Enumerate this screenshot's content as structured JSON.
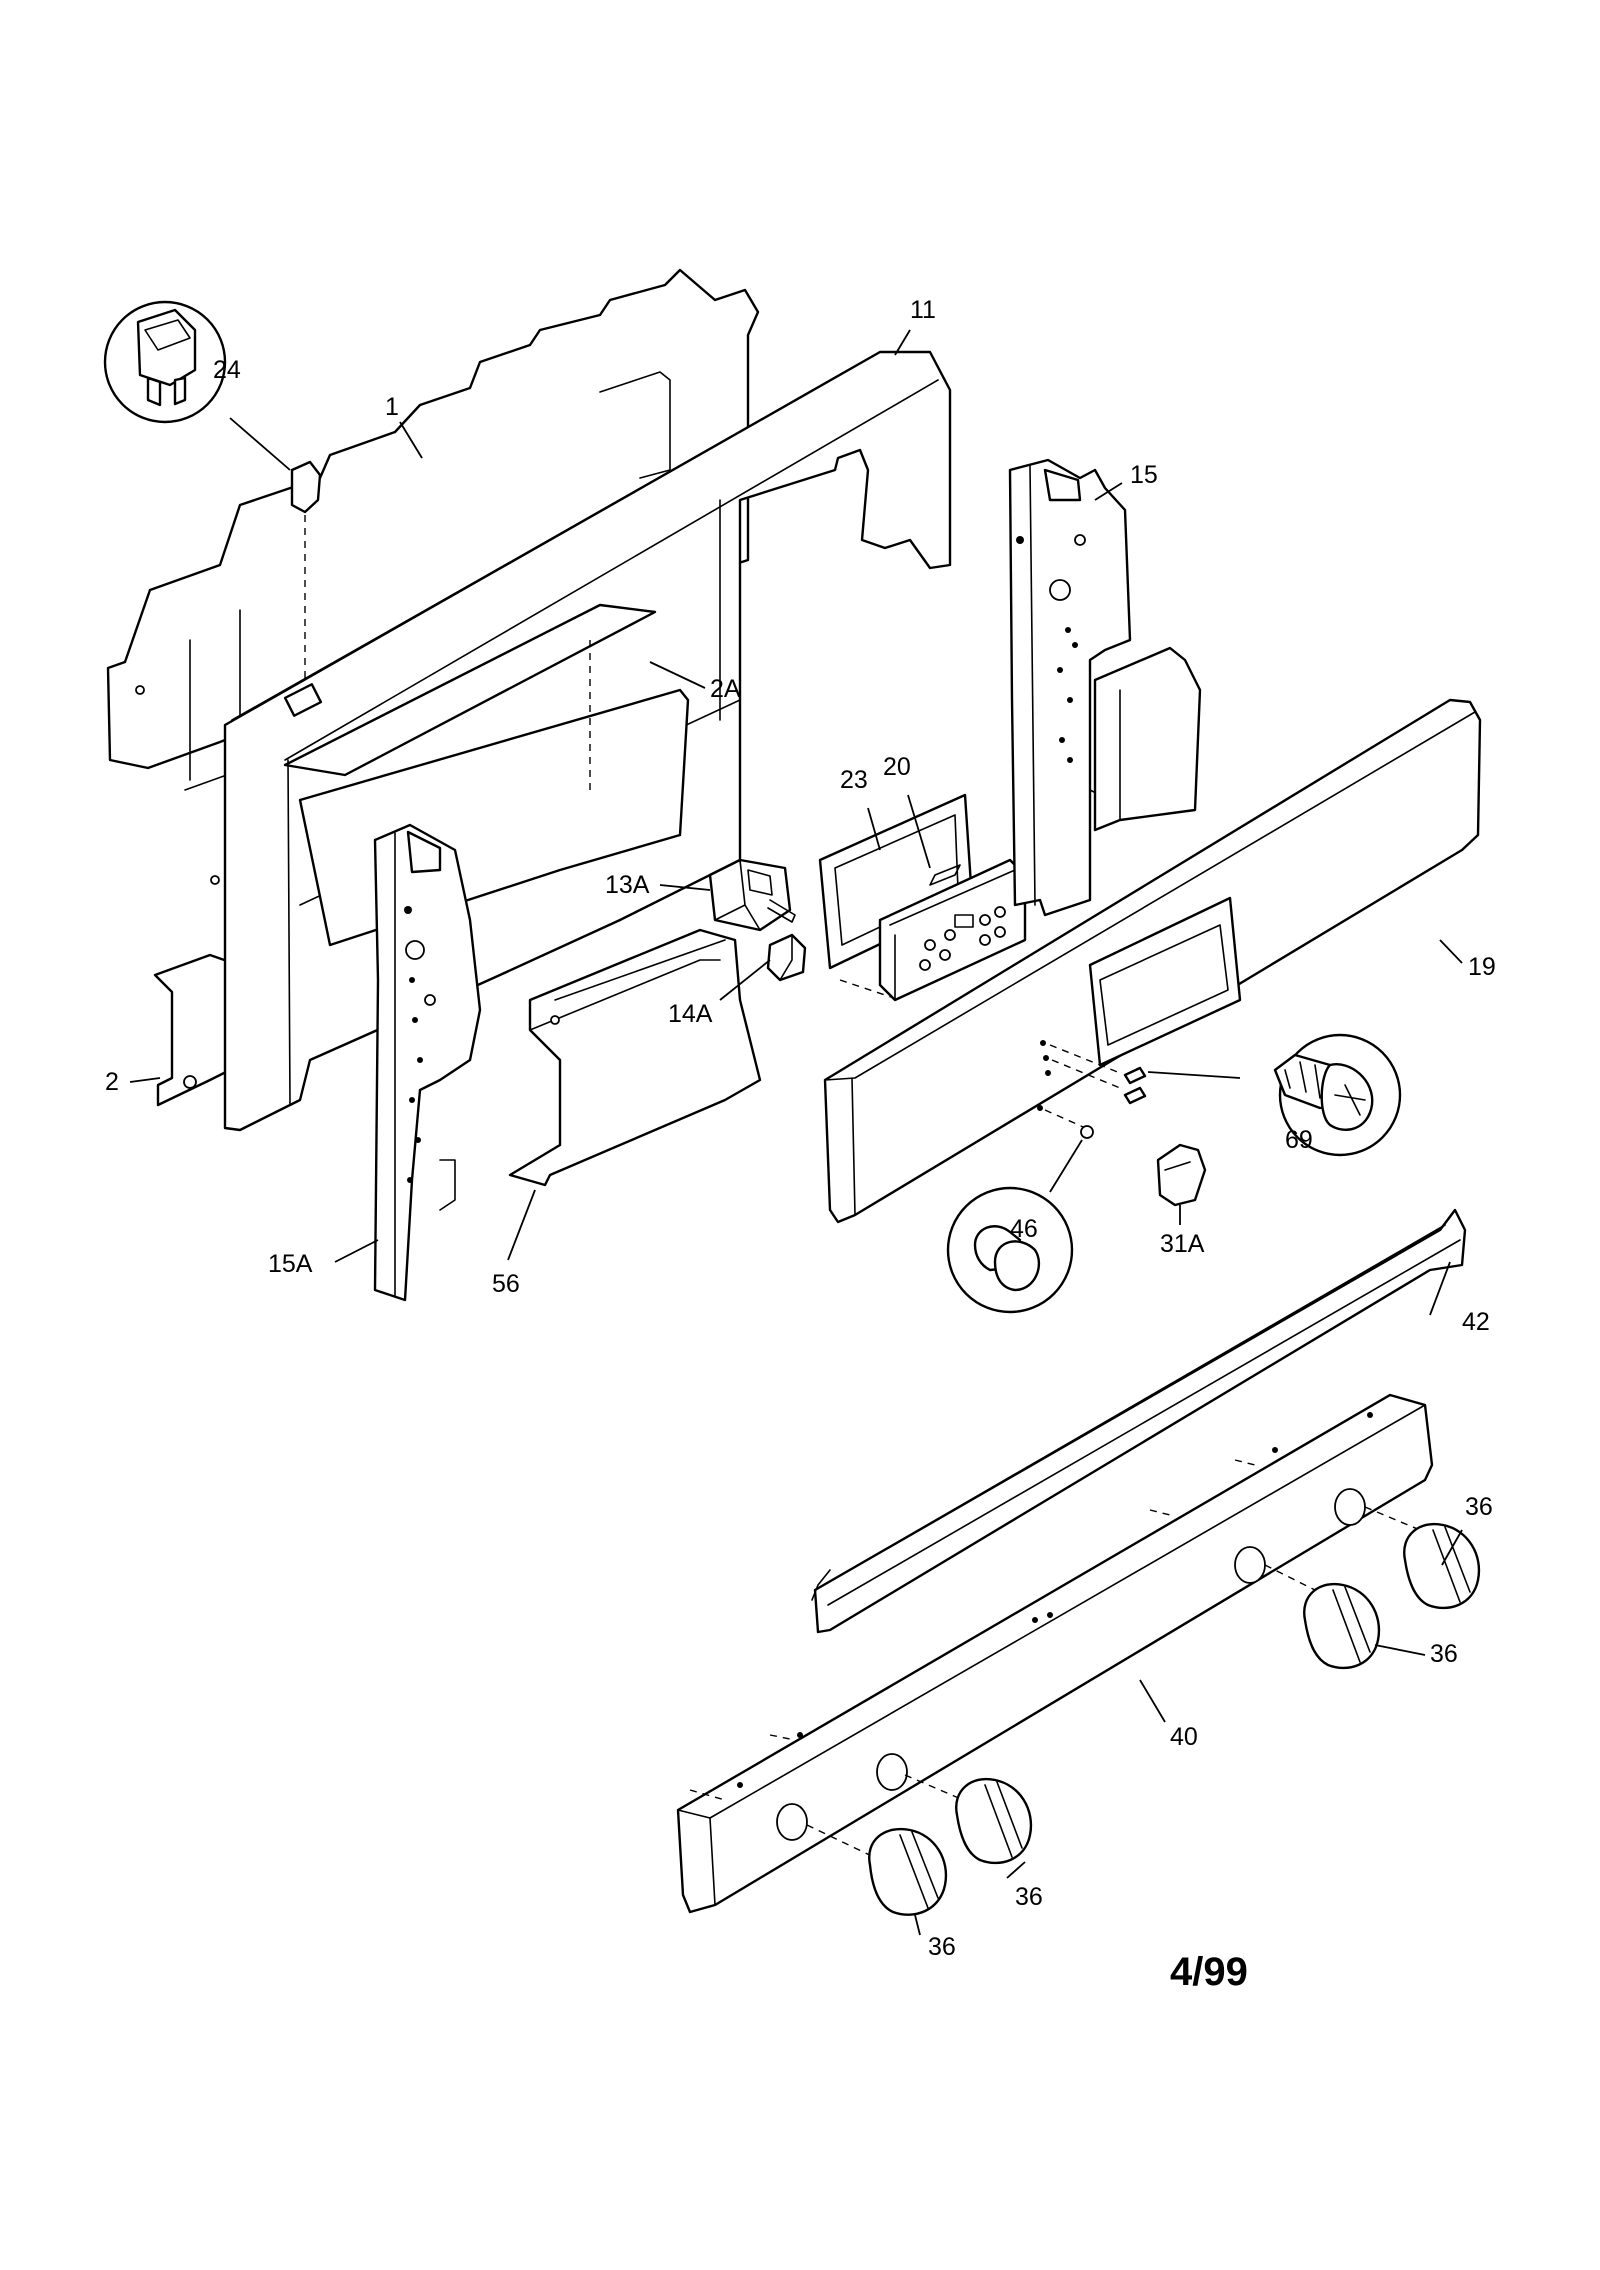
{
  "callouts": {
    "c24": "24",
    "c1": "1",
    "c11": "11",
    "c15": "15",
    "c2A": "2A",
    "c23": "23",
    "c20": "20",
    "c13A": "13A",
    "c19": "19",
    "c14A": "14A",
    "c2": "2",
    "c69": "69",
    "c31A": "31A",
    "c46": "46",
    "c15A": "15A",
    "c56": "56",
    "c42": "42",
    "c36_a": "36",
    "c36_b": "36",
    "c36_c": "36",
    "c36_d": "36",
    "c40": "40"
  },
  "date_stamp": "4/99"
}
